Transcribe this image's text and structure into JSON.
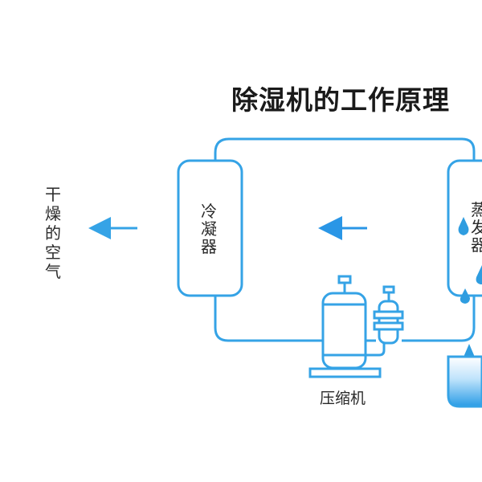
{
  "title": "除湿机的工作原理",
  "labels": {
    "dry_air": [
      "干",
      "燥",
      "的",
      "空",
      "气"
    ],
    "condenser": [
      "冷",
      "凝",
      "器"
    ],
    "evaporator": [
      "蒸",
      "发",
      "器"
    ],
    "compressor": "压缩机"
  },
  "icons": {
    "arrow_out": "arrow-left-icon",
    "arrow_flow": "arrow-left-icon",
    "droplet": "water-droplet-icon",
    "compressor": "compressor-icon",
    "tank": "water-tank-icon"
  },
  "colors": {
    "line": "#35a3e6",
    "arrow": "#2a96e6",
    "droplet": "#2f9de0",
    "title": "#1a1a1a",
    "text": "#2a2a2a"
  }
}
